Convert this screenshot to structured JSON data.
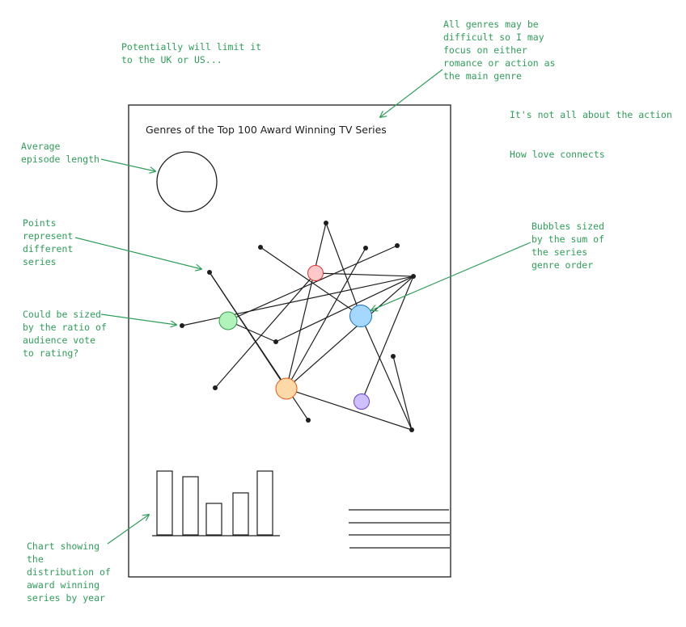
{
  "page": {
    "title": "Genres of the Top 100 Award Winning TV Series"
  },
  "annotations": {
    "limit_region": "Potentially will limit it\nto the UK or US...",
    "genres_note": "All genres may be\ndifficult so I may\nfocus on either\nromance or action as\nthe main genre",
    "tagline_1": "It's not all about the action",
    "tagline_2": "How love connects",
    "episode_length": "Average\nepisode length",
    "points_series": "Points\nrepresent\ndifferent\nseries",
    "sizing_ratio": "Could be sized\nby the ratio of\naudience vote\nto rating?",
    "bubbles_sized": "Bubbles sized\nby the sum of\nthe series\ngenre order",
    "chart_distribution": "Chart showing\nthe\ndistribution of\naward winning\nseries by year"
  },
  "colors": {
    "ink": "#1e1e1e",
    "annotation": "#2f9e5a",
    "bubble_red_fill": "#ffc9c9",
    "bubble_red_stroke": "#e03131",
    "bubble_blue_fill": "#a5d8ff",
    "bubble_blue_stroke": "#1971c2",
    "bubble_green_fill": "#b2f2bb",
    "bubble_green_stroke": "#2f9e44",
    "bubble_orange_fill": "#ffd8a8",
    "bubble_orange_stroke": "#e8590c",
    "bubble_purple_fill": "#d0bfff",
    "bubble_purple_stroke": "#6741d9"
  }
}
